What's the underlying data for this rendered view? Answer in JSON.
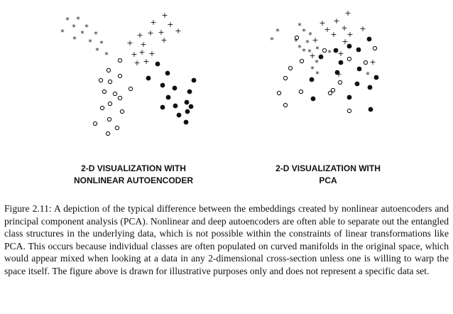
{
  "figure": {
    "panel_left": {
      "label_line1": "2-D VISUALIZATION WITH",
      "label_line2": "NONLINEAR AUTOENCODER"
    },
    "panel_right": {
      "label_line1": "2-D VISUALIZATION WITH",
      "label_line2": "PCA"
    },
    "marker_color": "#111111"
  },
  "caption": {
    "label": "Figure 2.11:",
    "text": "A depiction of the typical difference between the embeddings created by nonlinear autoencoders and principal component analysis (PCA). Nonlinear and deep autoencoders are often able to separate out the entangled class structures in the underlying data, which is not possible within the constraints of linear transformations like PCA. This occurs because individual classes are often populated on curved manifolds in the original space, which would appear mixed when looking at a data in any 2-dimensional cross-section unless one is willing to warp the space itself. The figure above is drawn for illustrative purposes only and does not represent a specific data set."
  }
}
